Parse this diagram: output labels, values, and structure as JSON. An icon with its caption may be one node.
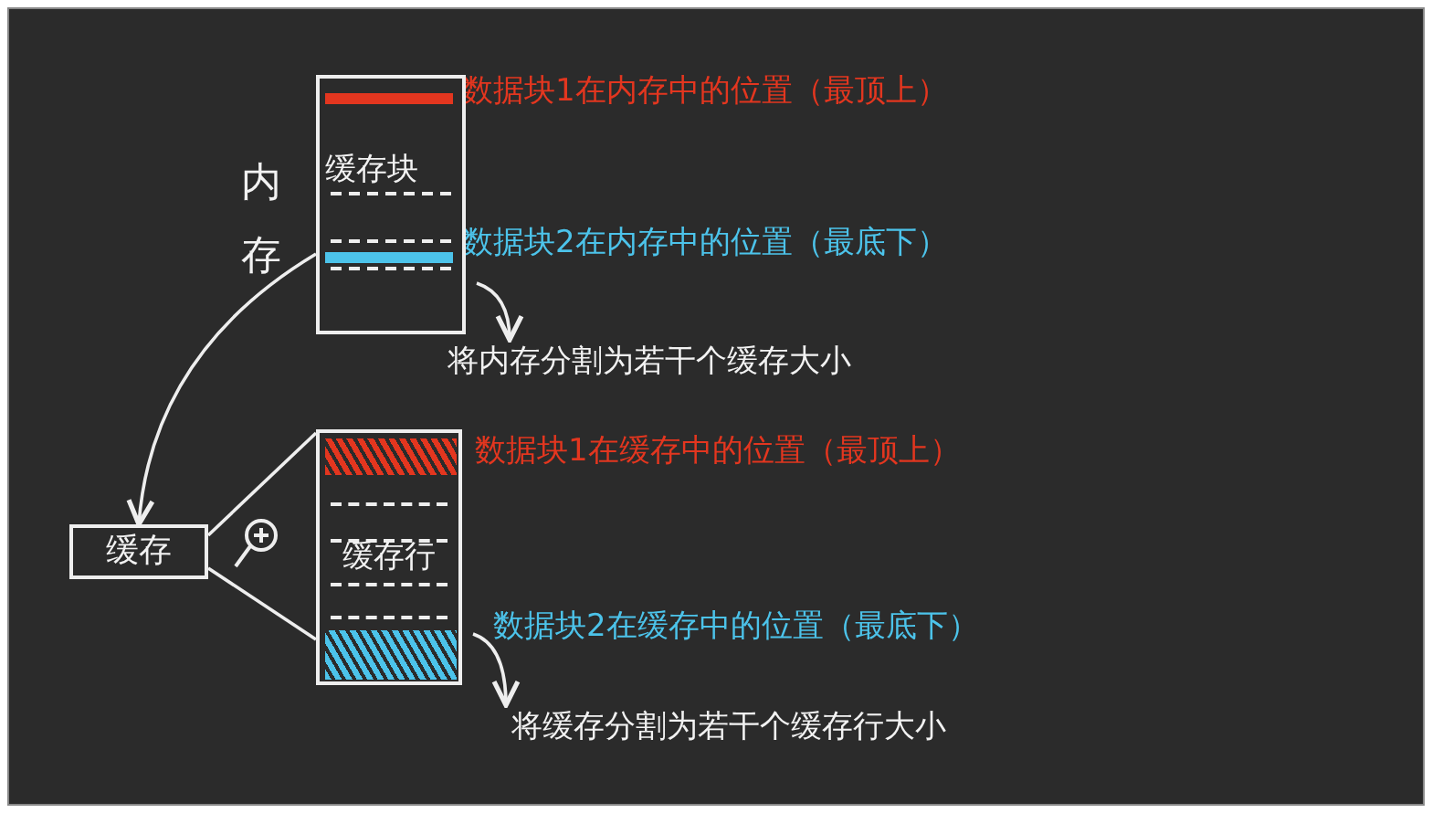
{
  "diagram": {
    "nodes": [
      {
        "text": [
          "内存"
        ]
      },
      {
        "text": [],
        "shape": "bar",
        "in": 0,
        "beside": [
          "数据块1在内存中的位置（最顶上）"
        ]
      },
      {
        "text": [
          "缓存块"
        ],
        "in": 0
      },
      {
        "text": [],
        "shape": "bar",
        "in": 0,
        "beside": [
          "数据块2在内存中的位置（最底下）"
        ]
      },
      {
        "text": [
          "将内存分割为若干个缓存大小"
        ]
      },
      {
        "text": [
          "缓存"
        ]
      },
      {
        "text": [],
        "shape": "box"
      },
      {
        "text": [],
        "shape": "bar",
        "in": 6,
        "beside": [
          "数据块1在缓存中的位置（最顶上）"
        ]
      },
      {
        "text": [
          "缓存行"
        ],
        "in": 6
      },
      {
        "text": [],
        "shape": "bar",
        "in": 6,
        "beside": [
          "数据块2在缓存中的位置（最底下）"
        ]
      },
      {
        "text": [
          "将缓存分割为若干个缓存行大小"
        ]
      }
    ],
    "edges": [
      {
        "from": 0,
        "to": 5,
        "arrow": "to"
      },
      {
        "from": 0,
        "to": 4,
        "arrow": "to"
      },
      {
        "from": 5,
        "to": 6,
        "arrow": "none"
      },
      {
        "from": 5,
        "to": 6,
        "arrow": "none"
      },
      {
        "from": 6,
        "to": 10,
        "arrow": "to"
      }
    ]
  }
}
